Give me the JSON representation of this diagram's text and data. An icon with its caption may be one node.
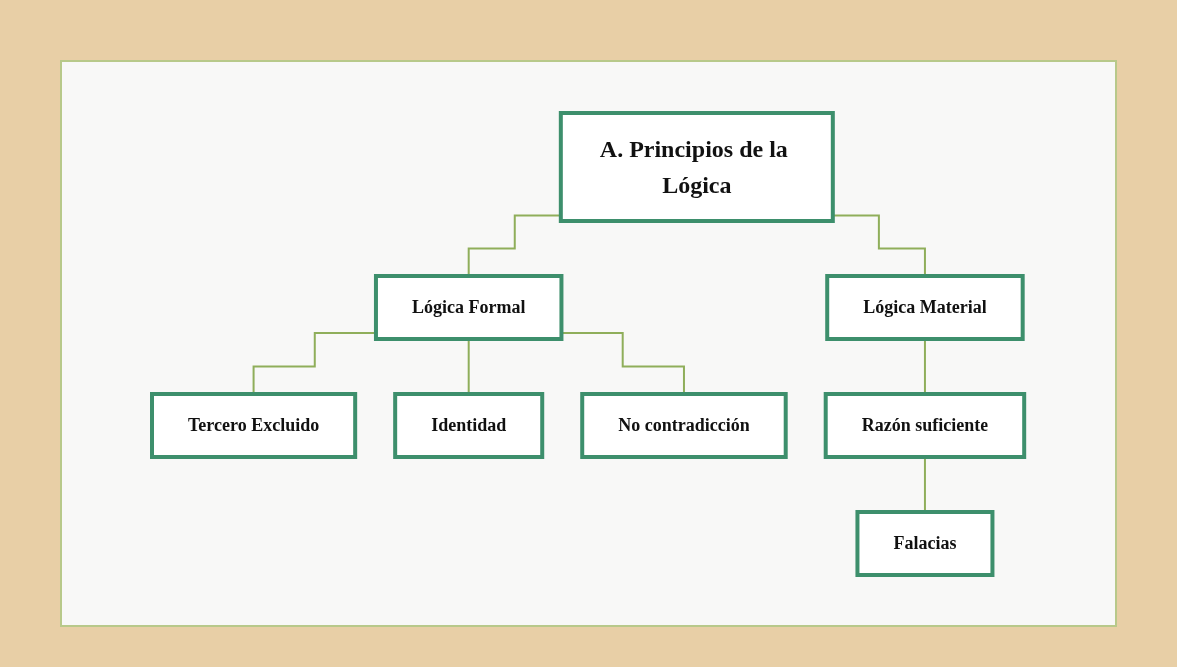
{
  "diagram": {
    "nodes": [
      {
        "text": [
          "A. Principios de la Lógica"
        ]
      },
      {
        "text": [
          "Lógica Formal"
        ]
      },
      {
        "text": [
          "Lógica Material"
        ]
      },
      {
        "text": [
          "Tercero Excluido"
        ]
      },
      {
        "text": [
          "Identidad"
        ]
      },
      {
        "text": [
          "No contradicción"
        ]
      },
      {
        "text": [
          "Razón suficiente"
        ]
      },
      {
        "text": [
          "Falacias"
        ]
      }
    ],
    "edges": [
      {
        "from": 0,
        "to": 1,
        "arrow": "none"
      },
      {
        "from": 0,
        "to": 2,
        "arrow": "none"
      },
      {
        "from": 1,
        "to": 3,
        "arrow": "none"
      },
      {
        "from": 1,
        "to": 4,
        "arrow": "none"
      },
      {
        "from": 1,
        "to": 5,
        "arrow": "none"
      },
      {
        "from": 2,
        "to": 6,
        "arrow": "none"
      },
      {
        "from": 6,
        "to": 7,
        "arrow": "none"
      }
    ]
  }
}
